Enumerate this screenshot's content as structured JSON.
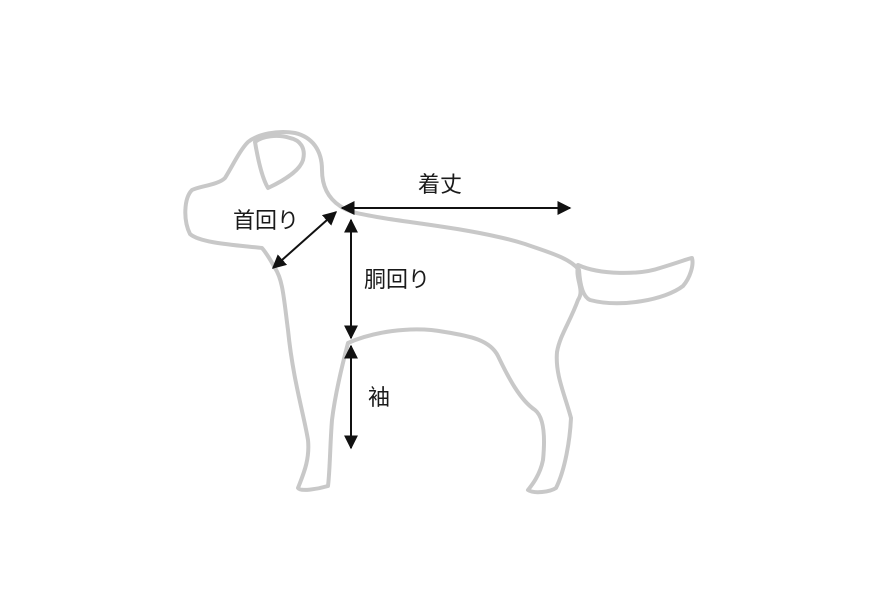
{
  "labels": {
    "neck": "首回り",
    "length": "着丈",
    "chest": "胴回り",
    "sleeve": "袖"
  },
  "colors": {
    "outline": "#c8c8c8",
    "arrow": "#111111",
    "text": "#1a1a1a"
  },
  "figure": "dog-silhouette-icon"
}
